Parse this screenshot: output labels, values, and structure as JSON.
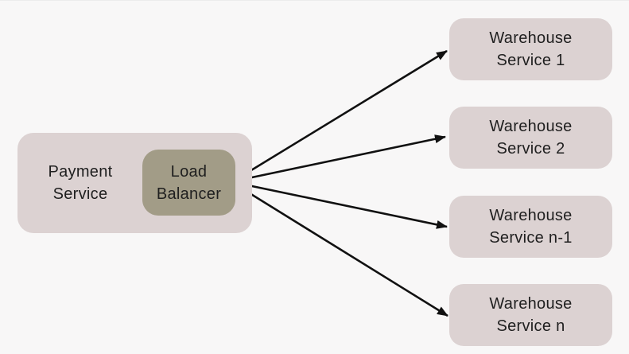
{
  "diagram": {
    "title": "Load balancer fan-out diagram",
    "payment_service": {
      "label": "Payment\nService"
    },
    "load_balancer": {
      "label": "Load\nBalancer"
    },
    "warehouses": [
      {
        "label": "Warehouse\nService 1"
      },
      {
        "label": "Warehouse\nService 2"
      },
      {
        "label": "Warehouse\nService n-1"
      },
      {
        "label": "Warehouse\nService n"
      }
    ]
  },
  "colors": {
    "background": "#f8f7f7",
    "box_fill": "#dcd2d2",
    "load_balancer_fill": "#a29c87",
    "text": "#1f1f1f",
    "arrow": "#111111"
  }
}
